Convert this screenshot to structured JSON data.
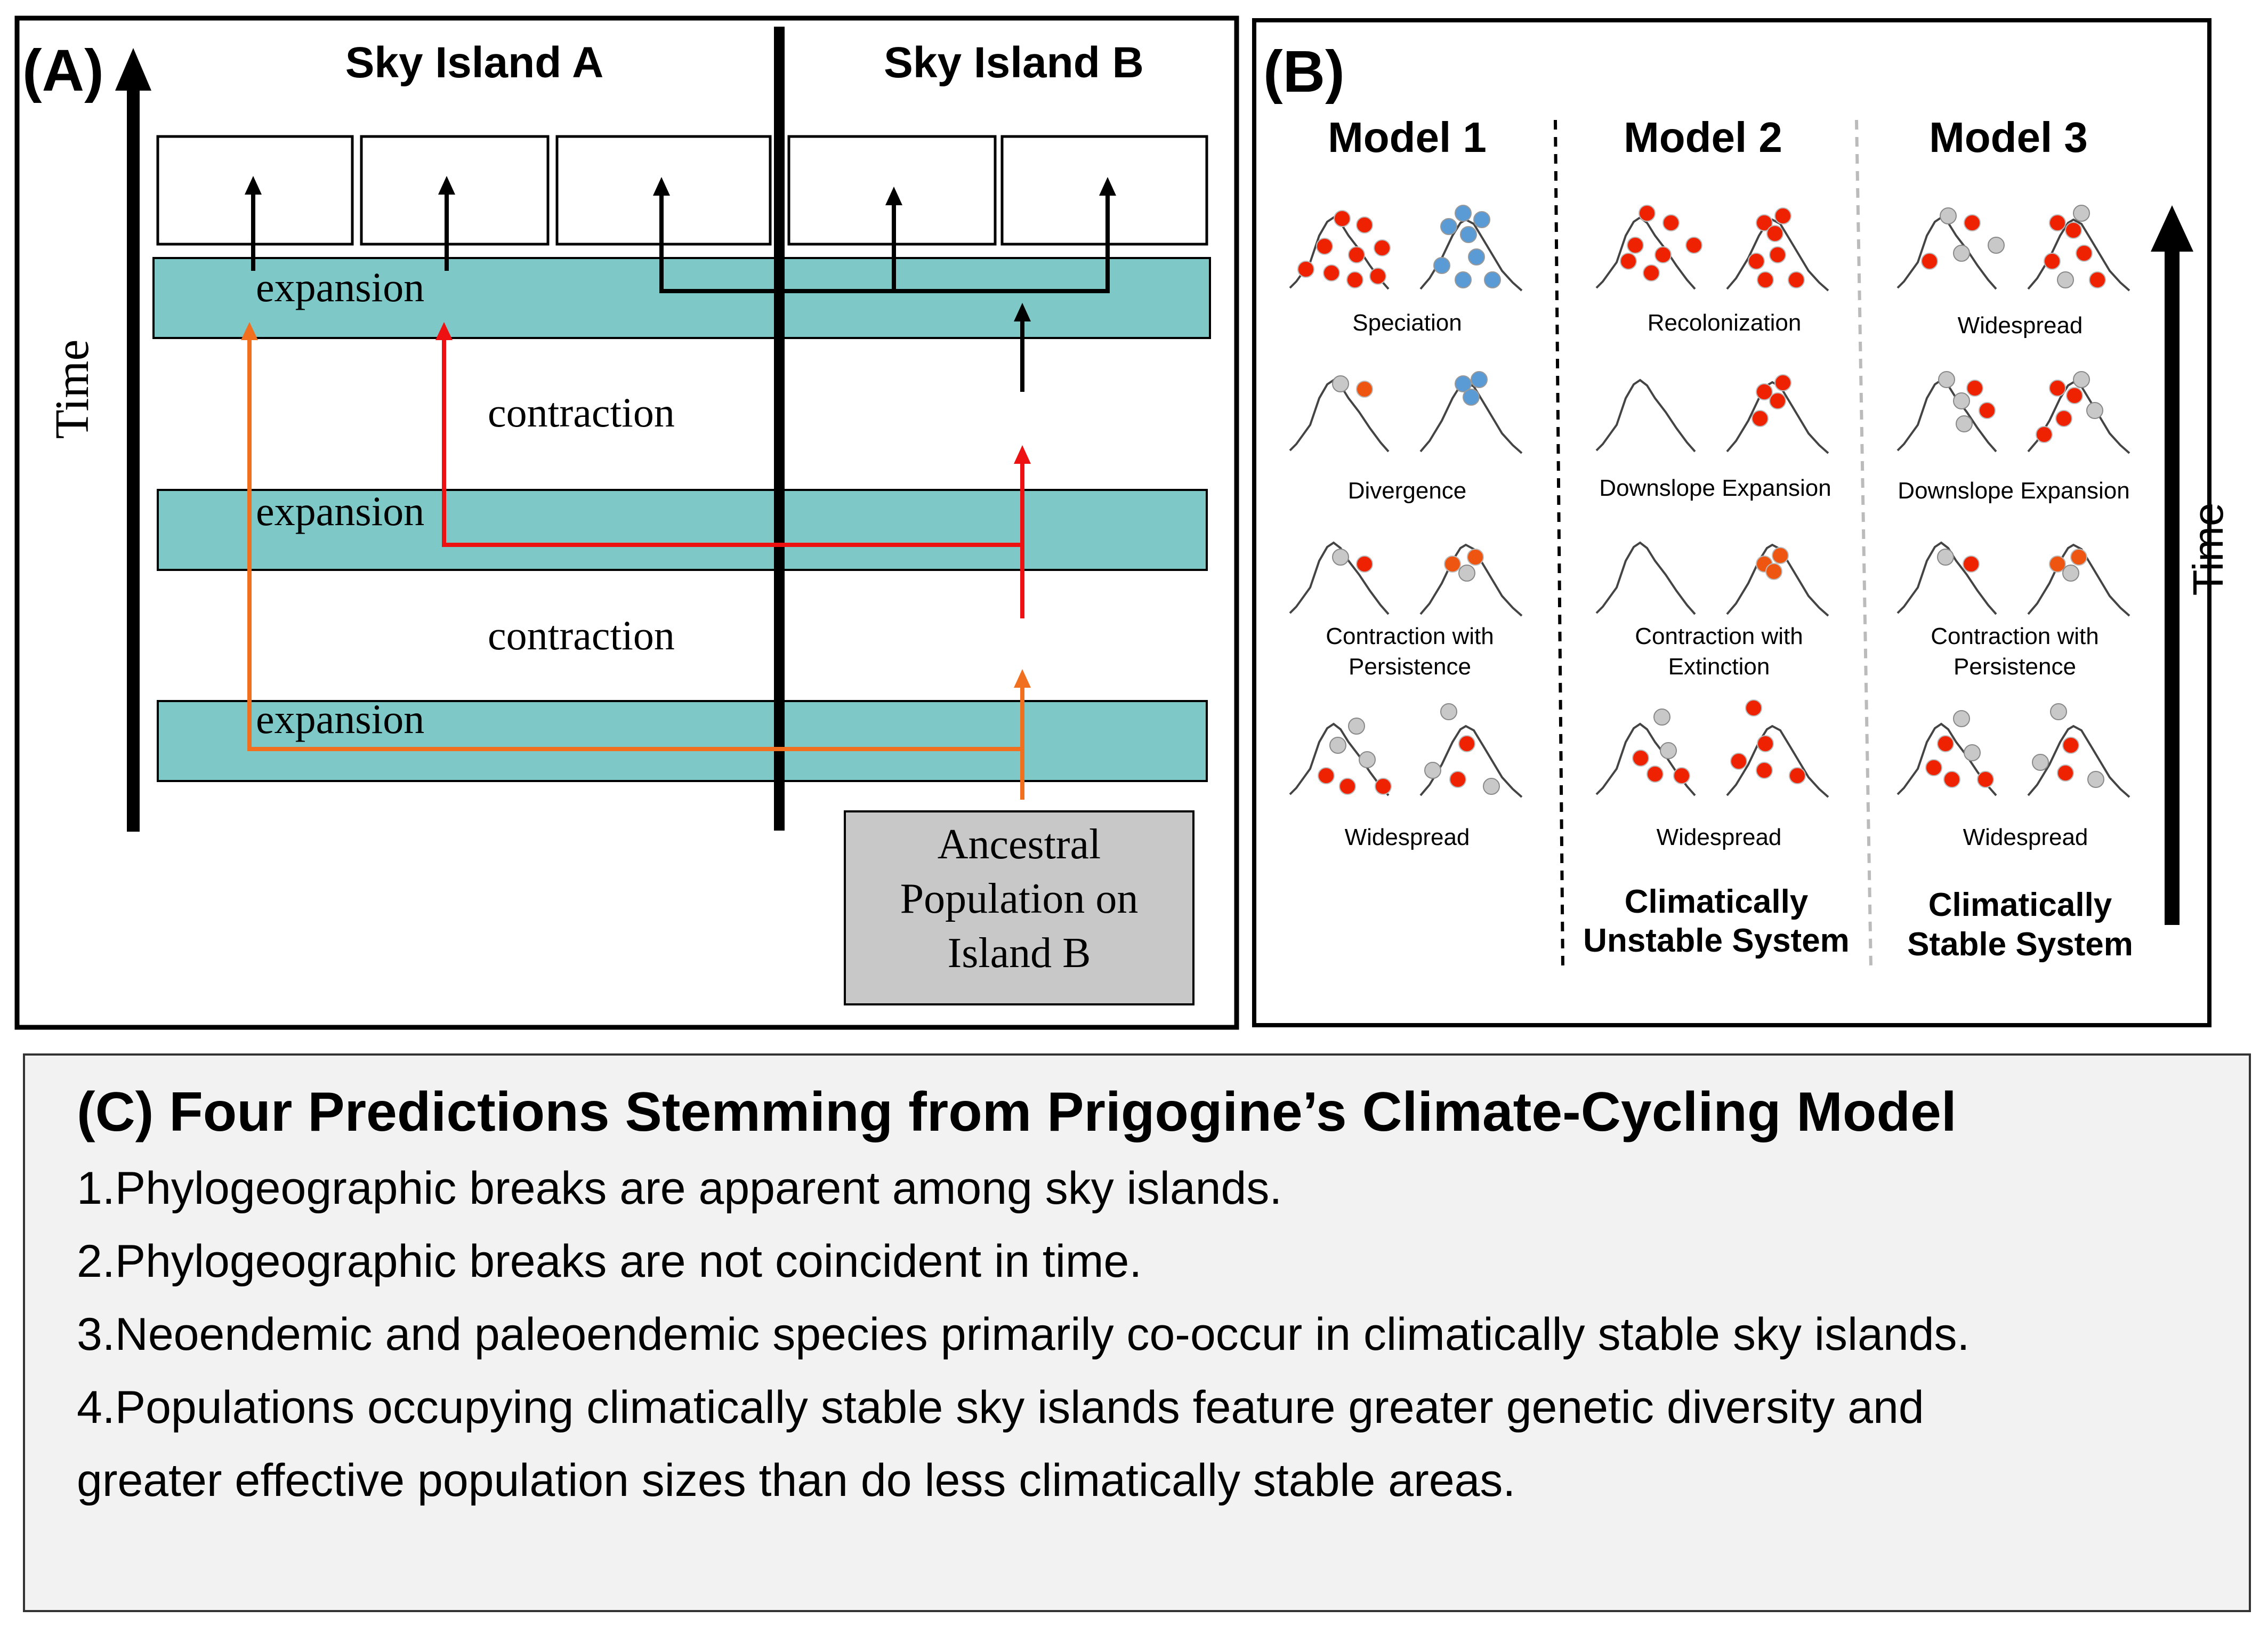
{
  "panel_a": {
    "label": "(A)",
    "island_a": "Sky Island A",
    "island_b": "Sky Island B",
    "time_label": "Time",
    "bands": [
      {
        "label": "expansion"
      },
      {
        "label": "expansion"
      },
      {
        "label": "expansion"
      }
    ],
    "contractions": [
      {
        "label": "contraction"
      },
      {
        "label": "contraction"
      }
    ],
    "ancestral": [
      "Ancestral",
      "Population on",
      "Island B"
    ],
    "colors": {
      "band": "#7fc8c8",
      "red": "#ee1111",
      "orange": "#f07020",
      "box": "#c8c8c8"
    }
  },
  "panel_b": {
    "label": "(B)",
    "time_label": "Time",
    "models": [
      {
        "title": "Model 1",
        "stages": [
          "Speciation",
          "Divergence",
          [
            "Contraction with",
            "Persistence"
          ],
          "Widespread"
        ],
        "footer": []
      },
      {
        "title": "Model 2",
        "stages": [
          "Recolonization",
          "Downslope Expansion",
          [
            "Contraction with",
            "Extinction"
          ],
          "Widespread"
        ],
        "footer": [
          "Climatically",
          "Unstable System"
        ]
      },
      {
        "title": "Model 3",
        "stages": [
          "Widespread",
          "Downslope Expansion",
          [
            "Contraction with",
            "Persistence"
          ],
          "Widespread"
        ],
        "footer": [
          "Climatically",
          "Stable System"
        ]
      }
    ],
    "colors": {
      "red": "#ee2200",
      "orange": "#ee5511",
      "blue": "#5b9bd5",
      "gray": "#c8c8c8"
    }
  },
  "panel_c": {
    "title": "(C) Four Predictions Stemming from Prigogine’s Climate-Cycling Model",
    "lines": [
      "1.Phylogeographic breaks are apparent among sky islands.",
      "2.Phylogeographic breaks are not coincident in time.",
      "3.Neoendemic and paleoendemic species primarily co-occur in climatically stable sky islands.",
      "4.Populations occupying climatically stable sky islands feature greater genetic diversity and",
      "greater effective population sizes than do less climatically stable areas."
    ]
  }
}
